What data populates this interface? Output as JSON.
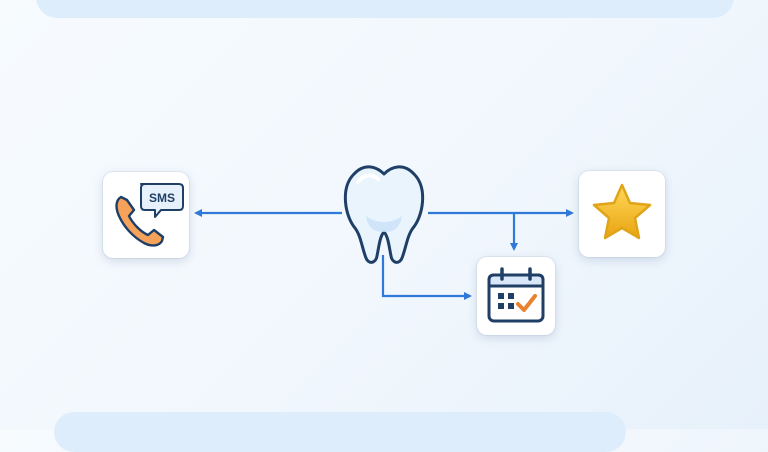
{
  "diagram": {
    "nodes": [
      {
        "id": "tooth",
        "icon": "tooth-icon"
      },
      {
        "id": "sms",
        "icon": "phone-sms-icon",
        "label": "SMS"
      },
      {
        "id": "calendar",
        "icon": "calendar-check-icon"
      },
      {
        "id": "star",
        "icon": "star-icon"
      }
    ],
    "edges": [
      {
        "from": "tooth",
        "to": "sms"
      },
      {
        "from": "tooth",
        "to": "star"
      },
      {
        "from": "tooth",
        "to": "calendar"
      },
      {
        "from": "tooth",
        "to": "calendar"
      }
    ],
    "colors": {
      "arrow": "#2f7ad8",
      "navy": "#1f3f66",
      "orange": "#e8822e",
      "star": "#f2b51c",
      "tooth_fill": "#eaf4fd",
      "background": "#f2f8fd",
      "banner": "#deedfb"
    }
  }
}
